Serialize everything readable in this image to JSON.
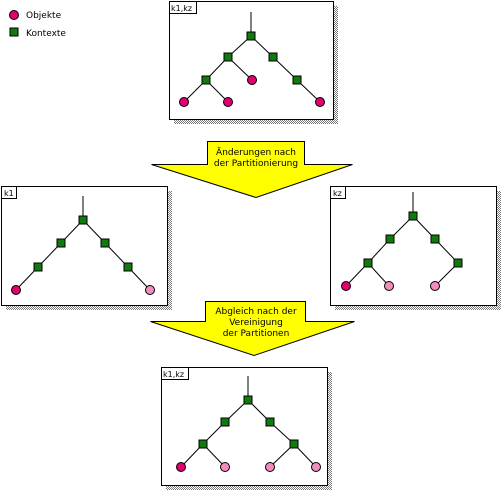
{
  "legend": {
    "objects_label": "Objekte",
    "contexts_label": "Kontexte"
  },
  "panels": {
    "top": {
      "label": "k1,kz"
    },
    "left": {
      "label": "k1"
    },
    "right": {
      "label": "kz"
    },
    "bottom": {
      "label": "k1,kz"
    }
  },
  "arrows": {
    "upper": {
      "line1": "Änderungen nach",
      "line2": "der Partitionierung"
    },
    "lower": {
      "line1": "Abgleich nach der",
      "line2": "Vereinigung",
      "line3": "der Partitionen"
    }
  },
  "colors": {
    "object": "#e0006f",
    "object_faded": "#f08cbe",
    "context": "#107a10",
    "arrow": "#ffff00",
    "shadow": "#888888"
  }
}
